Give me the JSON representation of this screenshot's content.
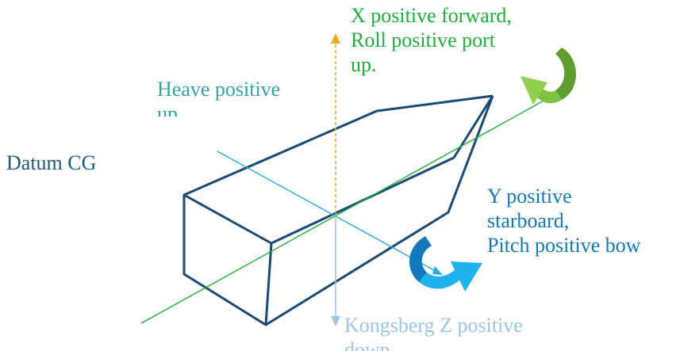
{
  "diagram": {
    "labels": {
      "x_axis": [
        "X positive forward,",
        "Roll positive port",
        "up."
      ],
      "heave": [
        "Heave positive",
        "up"
      ],
      "datum": "Datum CG",
      "y_axis": [
        "Y positive",
        "starboard,",
        "Pitch positive bow"
      ],
      "z_axis": [
        "Kongsberg Z positive",
        "down"
      ]
    },
    "colors": {
      "hull_outline": "#1a4a73",
      "x_axis_line": "#1faf3c",
      "x_label": "#1faf3c",
      "y_axis_line": "#29a9e0",
      "y_label": "#1778b5",
      "heave_arrow": "#f5a623",
      "heave_label": "#33a3a0",
      "z_arrow": "#9cc4e6",
      "z_label": "#9cc4e6",
      "datum_label": "#1f567a",
      "roll_arrow_light": "#8fd14f",
      "roll_arrow_dark": "#5f9e2e",
      "pitch_arrow_light": "#1eb2ee",
      "pitch_arrow_dark": "#1479b8"
    }
  }
}
